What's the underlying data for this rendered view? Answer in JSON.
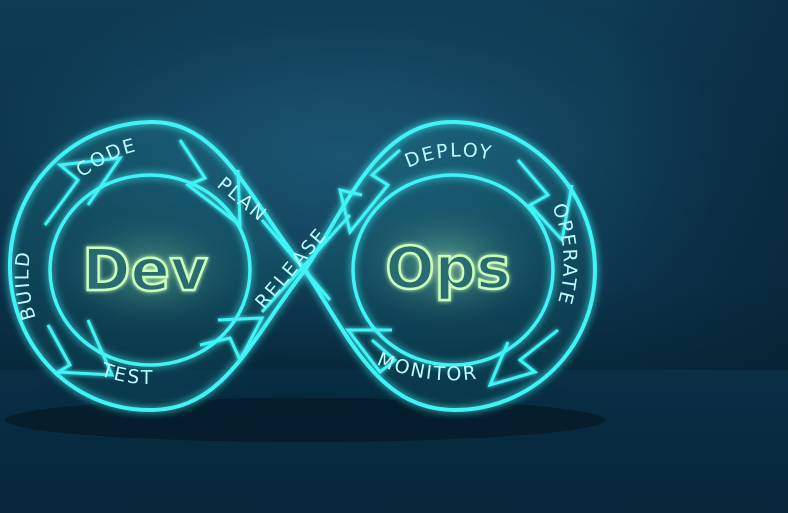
{
  "center_left": "Dev",
  "center_right": "Ops",
  "stages": {
    "plan": "PLAN",
    "code": "CODE",
    "build": "BUILD",
    "test": "TEST",
    "release": "RELEASE",
    "deploy": "DEPLOY",
    "operate": "OPERATE",
    "monitor": "MONITOR"
  },
  "colors": {
    "glow": "#3ff3f5",
    "label": "#bafcff",
    "center_text": "#c9ffb8",
    "background": "#0b3147"
  }
}
